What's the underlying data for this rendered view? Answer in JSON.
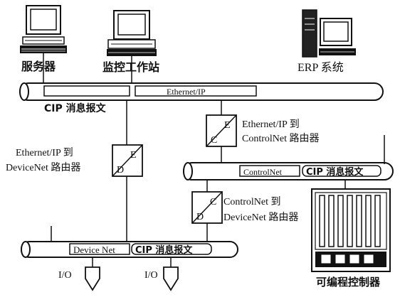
{
  "labels": {
    "server": "服务器",
    "monitor_station": "监控工作站",
    "erp_system": "ERP 系统",
    "cip_message_top": "CIP 消息报文",
    "ethernet_ip": "Ethernet/IP",
    "router_eip_cn_line1": "Ethernet/IP 到",
    "router_eip_cn_line2": "ControlNet 路由器",
    "router_eip_dn_line1": "Ethernet/IP 到",
    "router_eip_dn_line2": "DeviceNet 路由器",
    "controlnet": "ControlNet",
    "cip_message_controlnet": "CIP 消息报文",
    "router_cn_dn_line1": "ControlNet 到",
    "router_cn_dn_line2": "DeviceNet 路由器",
    "devicenet": "Device Net",
    "cip_message_devicenet": "CIP 消息报文",
    "io_1": "I/O",
    "io_2": "I/O",
    "plc": "可编程控制器"
  },
  "routers": {
    "eip_to_cn": {
      "upper_letter": "E",
      "lower_letter": "C"
    },
    "eip_to_dn": {
      "upper_letter": "E",
      "lower_letter": "D"
    },
    "cn_to_dn": {
      "upper_letter": "C",
      "lower_letter": "D"
    }
  }
}
